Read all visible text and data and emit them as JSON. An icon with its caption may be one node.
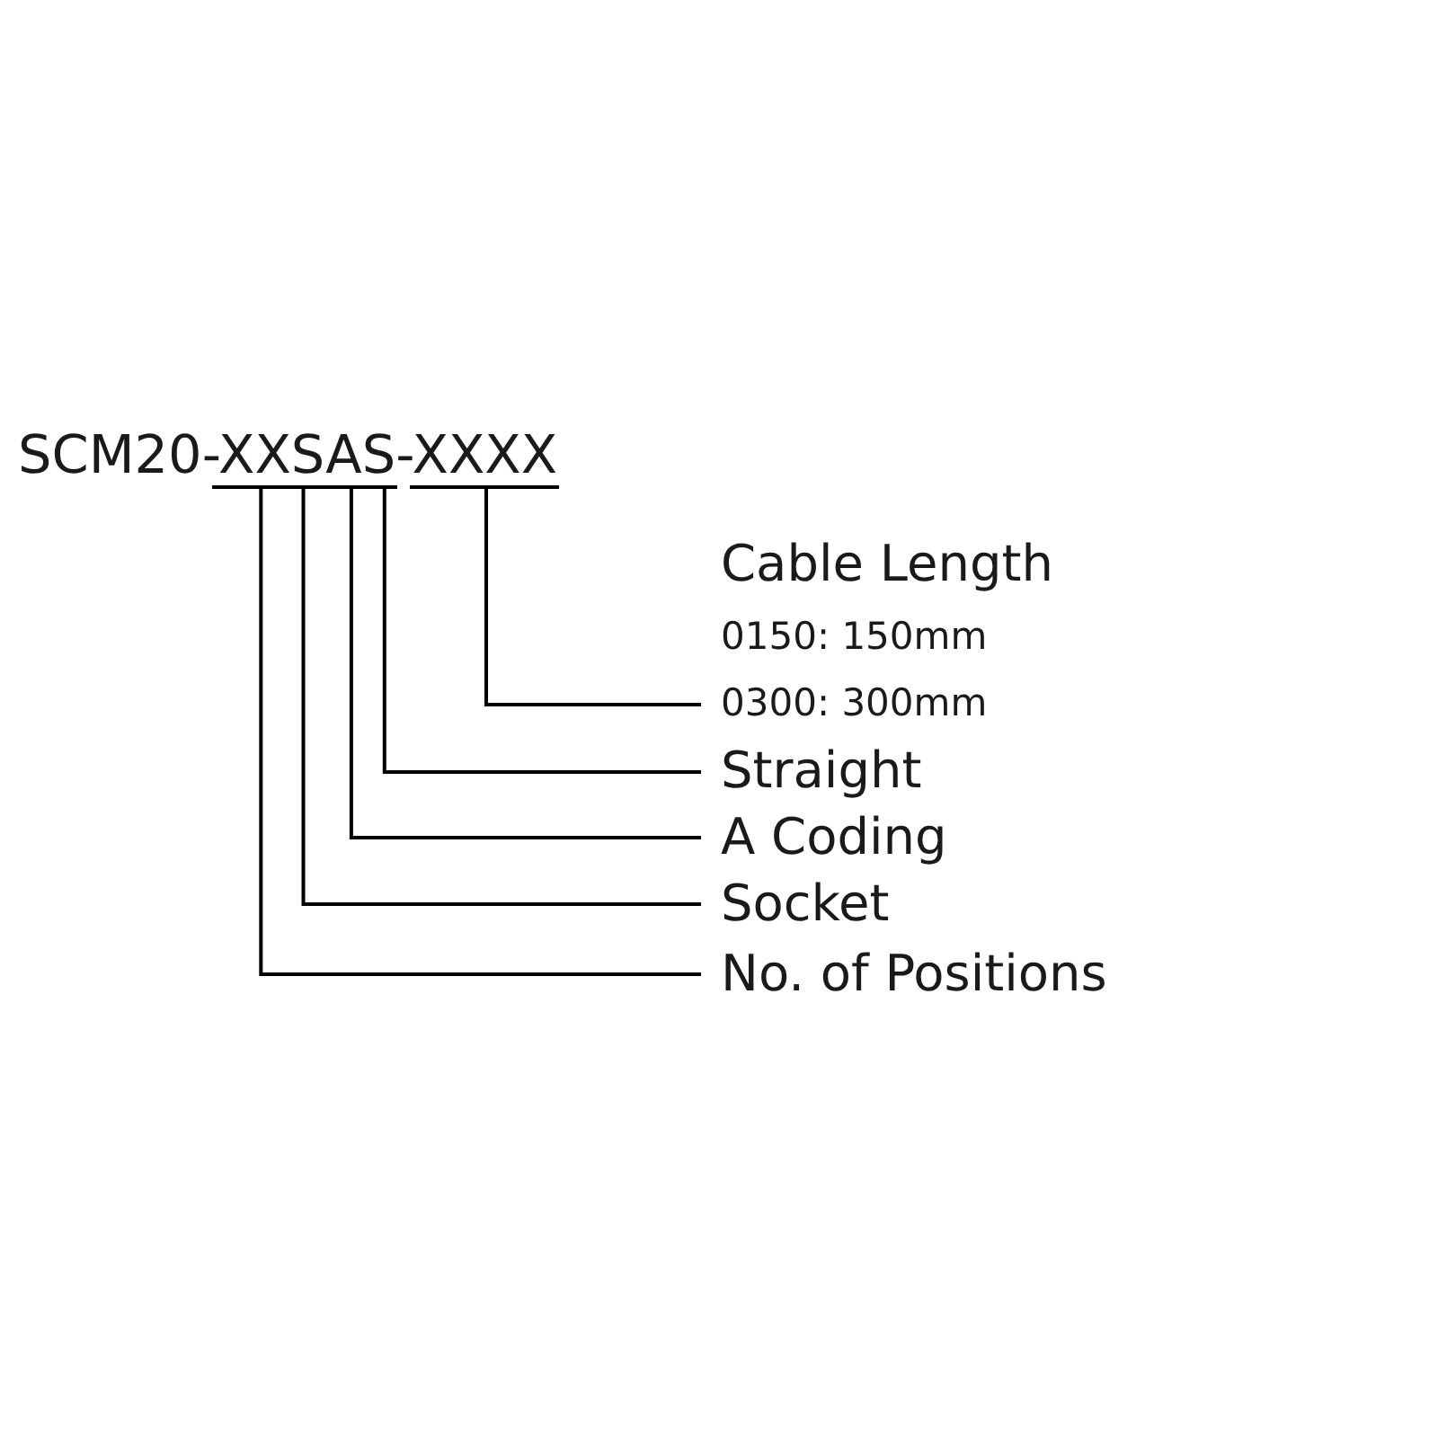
{
  "diagram": {
    "nodes": [
      {
        "text": [],
        "shape": "bar"
      },
      {
        "text": [],
        "shape": "bar"
      },
      {
        "text": [
          "Cable Length",
          "0150: 150mm",
          "0300: 300mm"
        ]
      },
      {
        "text": [
          "Straight"
        ]
      },
      {
        "text": [
          "A Coding"
        ]
      },
      {
        "text": [
          "Socket"
        ]
      },
      {
        "text": [
          "No. of Positions"
        ]
      }
    ],
    "edges": [
      {
        "from": 2,
        "to": 1,
        "arrow": "none"
      },
      {
        "from": 3,
        "to": 0,
        "arrow": "none"
      },
      {
        "from": 4,
        "to": 0,
        "arrow": "none"
      },
      {
        "from": 5,
        "to": 0,
        "arrow": "none"
      },
      {
        "from": 6,
        "to": 0,
        "arrow": "none"
      }
    ],
    "labels": [
      "SCM20-XXSAS-XXXX"
    ]
  }
}
